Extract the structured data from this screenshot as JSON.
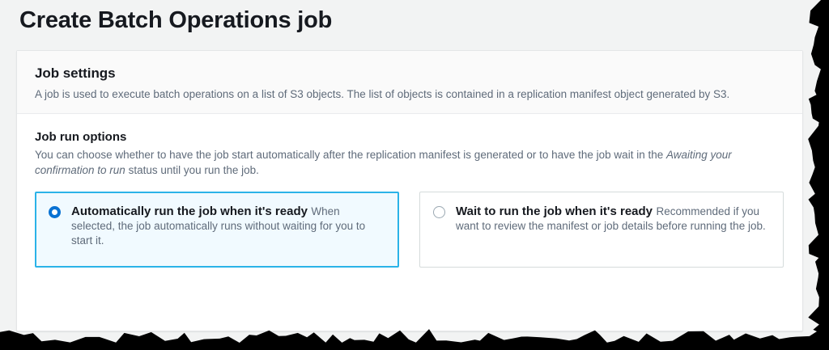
{
  "page": {
    "title": "Create Batch Operations job",
    "background_color": "#f2f3f3"
  },
  "container": {
    "heading": "Job settings",
    "description": "A job is used to execute batch operations on a list of S3 objects. The list of objects is contained in a replication manifest object generated by S3."
  },
  "job_run_options": {
    "label": "Job run options",
    "description_part1": "You can choose whether to have the job start automatically after the replication manifest is generated or to have the job wait in the ",
    "description_emphasis": "Awaiting your confirmation to run",
    "description_part2": " status until you run the job.",
    "options": [
      {
        "title": "Automatically run the job when it's ready",
        "description": "When selected, the job automatically runs without waiting for you to start it.",
        "selected": true
      },
      {
        "title": "Wait to run the job when it's ready",
        "description": "Recommended if you want to review the manifest or job details before running the job.",
        "selected": false
      }
    ]
  },
  "colors": {
    "accent_blue": "#0972d3",
    "selected_border": "#2bb3e8",
    "selected_fill": "#f1faff",
    "text_primary": "#16191f",
    "text_secondary": "#5f6b7a"
  }
}
